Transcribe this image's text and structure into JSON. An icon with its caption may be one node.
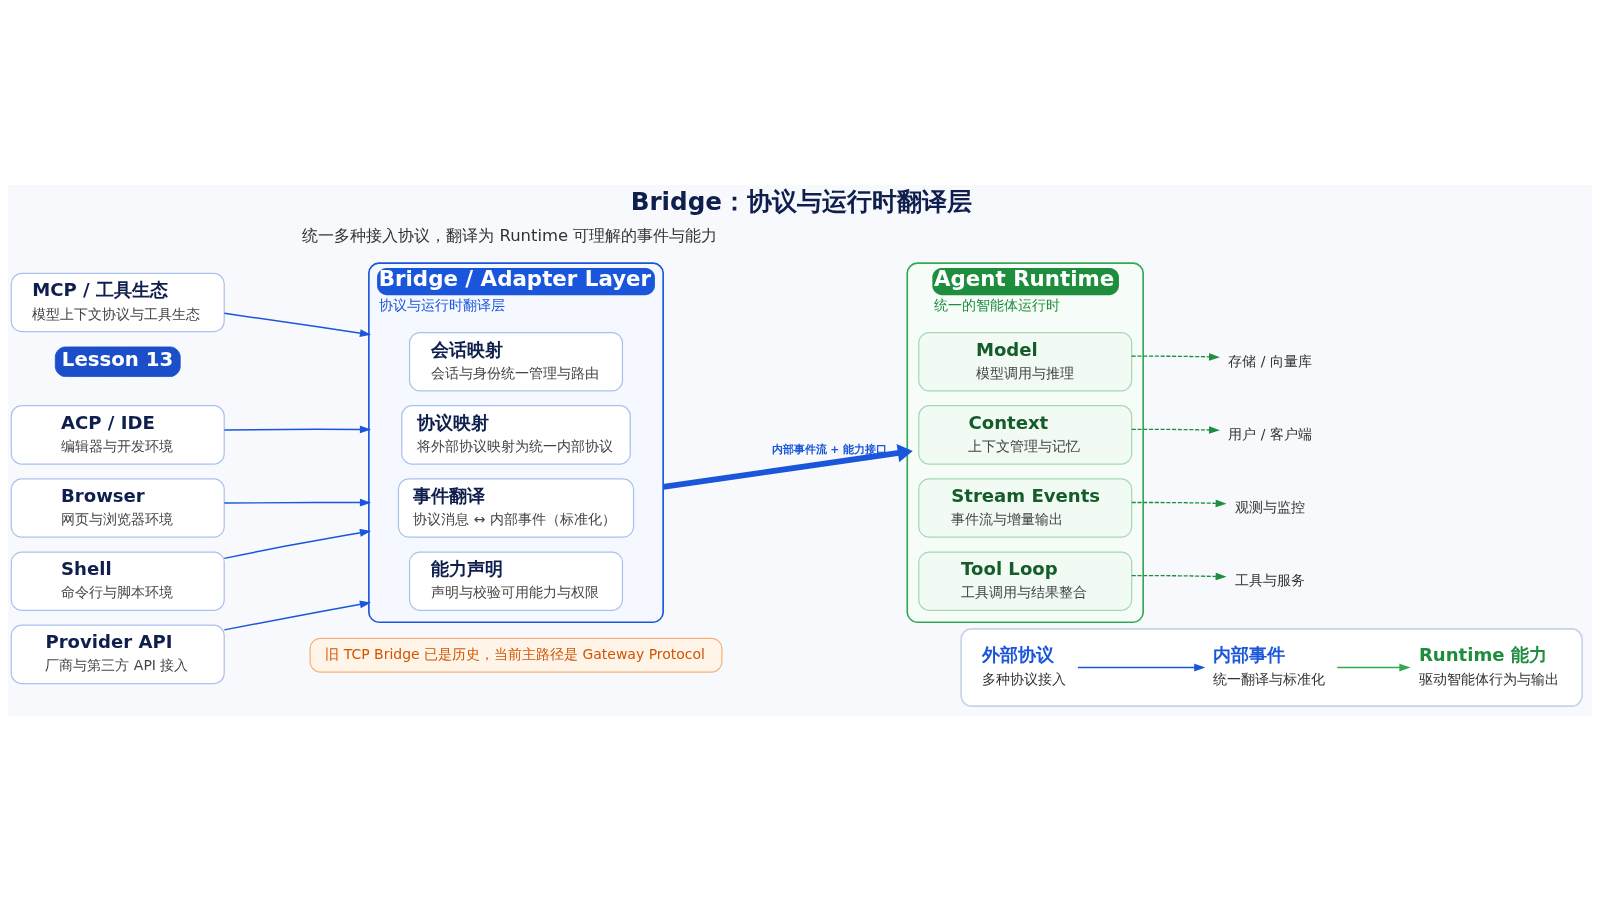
{
  "diagram": {
    "title": "Bridge：协议与运行时翻译层",
    "nodes": [
      {
        "text": [
          "ACP / IDE",
          "编辑器与开发环境"
        ]
      },
      {
        "text": [
          "MCP / 工具生态",
          "模型上下文协议与工具生态"
        ]
      },
      {
        "text": [
          "Provider API",
          "厂商与第三方 API 接入"
        ]
      },
      {
        "text": [
          "Browser",
          "网页与浏览器环境"
        ]
      },
      {
        "text": [
          "Shell",
          "命令行与脚本环境"
        ]
      },
      {
        "text": [
          "Bridge / Adapter Layer",
          "协议与运行时翻译层"
        ]
      },
      {
        "text": [
          "协议映射",
          "将外部协议映射为统一内部协议"
        ],
        "in": 5
      },
      {
        "text": [
          "会话映射",
          "会话与身份统一管理与路由"
        ],
        "in": 5
      },
      {
        "text": [
          "能力声明",
          "声明与校验可用能力与权限"
        ],
        "in": 5
      },
      {
        "text": [
          "事件翻译",
          "协议消息 ↔ 内部事件（标准化）"
        ],
        "in": 5
      },
      {
        "text": [
          "Agent Runtime",
          "统一的智能体运行时"
        ]
      },
      {
        "text": [
          "Context",
          "上下文管理与记忆"
        ],
        "in": 10
      },
      {
        "text": [
          "Model",
          "模型调用与推理"
        ],
        "in": 10
      },
      {
        "text": [
          "Tool Loop",
          "工具调用与结果整合"
        ],
        "in": 10
      },
      {
        "text": [
          "Stream Events",
          "事件流与增量输出"
        ],
        "in": 10
      },
      {
        "text": [
          "用户 / 客户端"
        ]
      },
      {
        "text": [
          "存储 / 向量库"
        ]
      },
      {
        "text": [
          "工具与服务"
        ]
      },
      {
        "text": [
          "观测与监控"
        ]
      },
      {
        "text": [
          "旧 TCP Bridge 已是历史，当前主路径是 Gateway Protocol"
        ]
      },
      {
        "text": [],
        "shape": "box"
      },
      {
        "text": [
          "外部协议",
          "多种协议接入"
        ],
        "in": 20
      },
      {
        "text": [
          "内部事件",
          "统一翻译与标准化"
        ],
        "in": 20
      },
      {
        "text": [
          "Runtime 能力",
          "驱动智能体行为与输出"
        ],
        "in": 20
      }
    ],
    "edges": [
      {
        "from": 0,
        "to": 5,
        "arrow": "to"
      },
      {
        "from": 1,
        "to": 5,
        "arrow": "to"
      },
      {
        "from": 2,
        "to": 5,
        "arrow": "to"
      },
      {
        "from": 3,
        "to": 5,
        "arrow": "to"
      },
      {
        "from": 4,
        "to": 5,
        "arrow": "to"
      },
      {
        "from": 5,
        "to": 10,
        "arrow": "to",
        "label": "内部事件流 + 能力接口",
        "style": "thick"
      },
      {
        "from": 11,
        "to": 15,
        "arrow": "to",
        "style": "dashed",
        "color": "#1e8e3e"
      },
      {
        "from": 12,
        "to": 16,
        "arrow": "to",
        "style": "dashed",
        "color": "#1e8e3e"
      },
      {
        "from": 13,
        "to": 17,
        "arrow": "to",
        "style": "dashed",
        "color": "#1e8e3e"
      },
      {
        "from": 14,
        "to": 18,
        "arrow": "to",
        "style": "dashed",
        "color": "#1e8e3e"
      },
      {
        "from": 21,
        "to": 22,
        "arrow": "to"
      },
      {
        "from": 22,
        "to": 23,
        "arrow": "to",
        "color": "#34a853"
      }
    ],
    "labels": [
      "Lesson 13",
      "统一多种接入协议，翻译为 Runtime 可理解的事件与能力"
    ]
  }
}
